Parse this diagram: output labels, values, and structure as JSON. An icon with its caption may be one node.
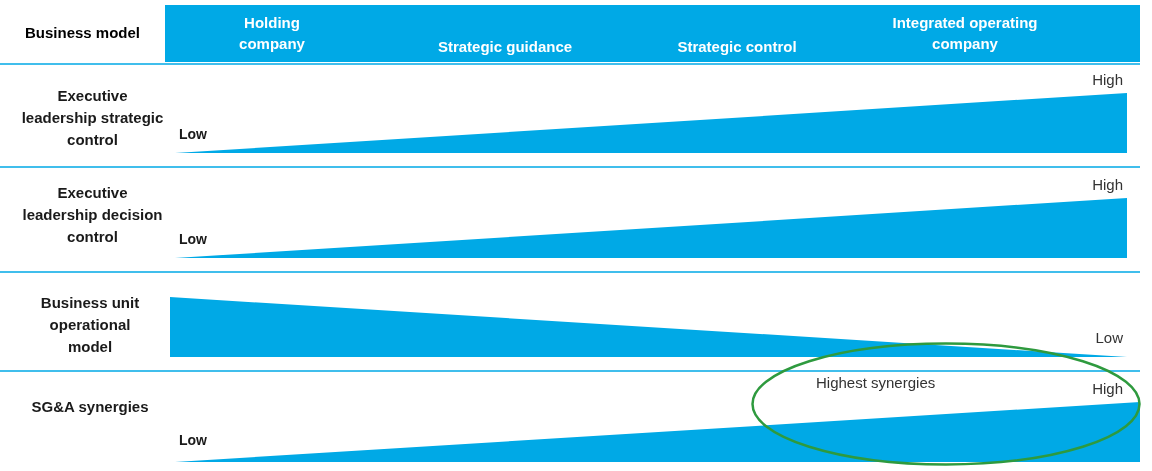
{
  "diagram": {
    "nodes": [
      {
        "text": [
          "Highest synergies"
        ]
      }
    ],
    "labels": [
      "Business model",
      "Holding company",
      "Strategic guidance",
      "Strategic control",
      "Integrated operating company",
      "Executive leadership strategic control",
      "Low",
      "High",
      "Executive leadership decision control",
      "Low",
      "High",
      "Business unit operational model",
      "Low",
      "SG&A synergies",
      "Low",
      "High"
    ]
  }
}
